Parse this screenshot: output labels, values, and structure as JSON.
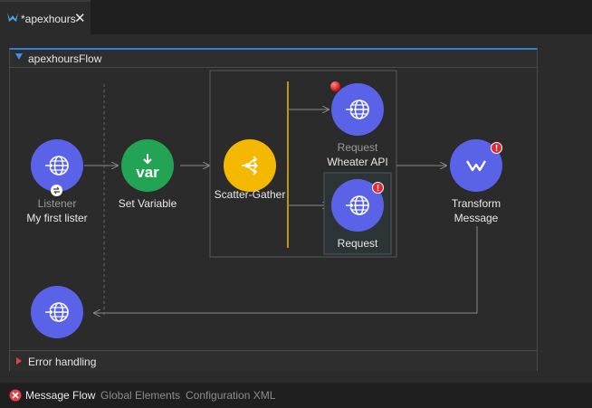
{
  "tab": {
    "title": "*apexhours",
    "close": "✕"
  },
  "flow": {
    "name": "apexhoursFlow",
    "error_handling": "Error handling",
    "nodes": {
      "listener": {
        "type": "Listener",
        "name": "My first lister"
      },
      "set_variable": {
        "icon_text": "var",
        "name": "Set Variable"
      },
      "scatter_gather": {
        "name": "Scatter-Gather"
      },
      "request1": {
        "type": "Request",
        "name": "Wheater API"
      },
      "request2": {
        "name": "Request",
        "badge": "!"
      },
      "transform": {
        "name_line1": "Transform",
        "name_line2": "Message",
        "badge": "!"
      }
    }
  },
  "bottom_tabs": [
    "Message Flow",
    "Global Elements",
    "Configuration XML"
  ],
  "colors": {
    "connector": "#5a63e8",
    "set_variable": "#23a455",
    "scatter": "#f5b800",
    "accent": "#2f7fd8"
  }
}
